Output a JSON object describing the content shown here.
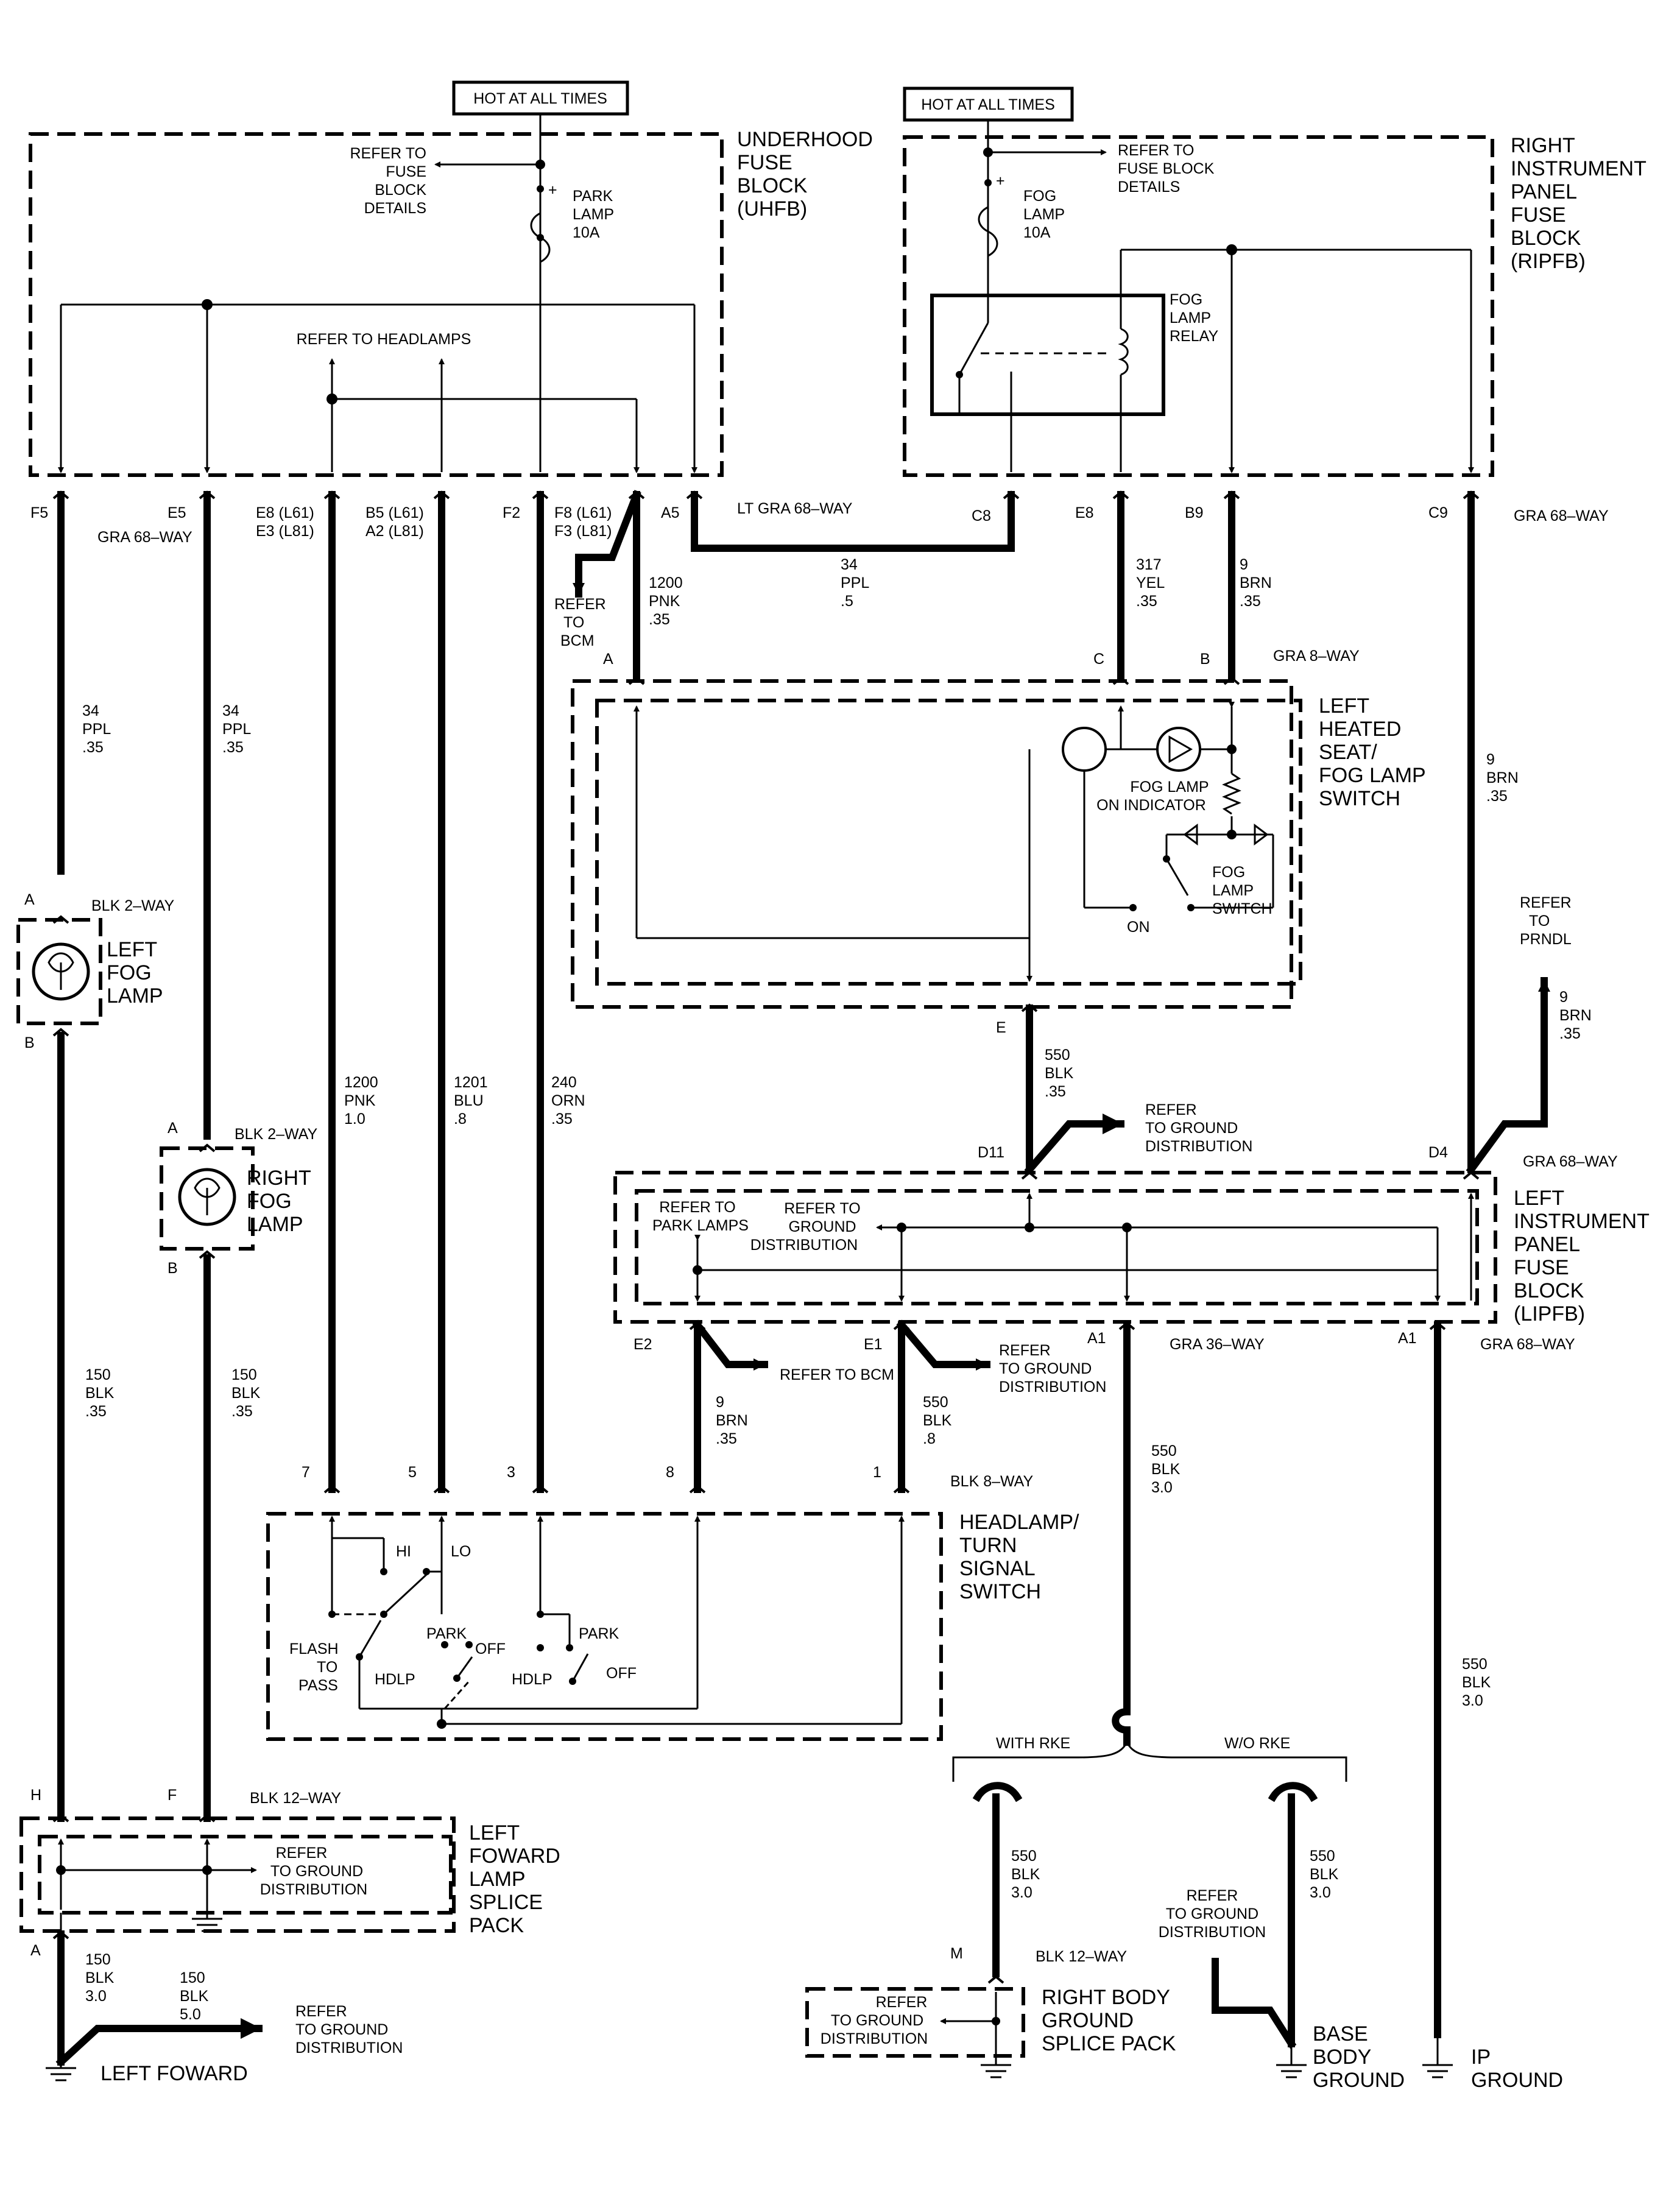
{
  "hot_labels": [
    "HOT AT ALL TIMES",
    "HOT AT ALL TIMES"
  ],
  "blocks": {
    "uhfb": [
      "UNDERHOOD",
      "FUSE",
      "BLOCK",
      "(UHFB)"
    ],
    "ripfb": [
      "RIGHT",
      "INSTRUMENT",
      "PANEL",
      "FUSE",
      "BLOCK",
      "(RIPFB)"
    ],
    "lipfb": [
      "LEFT",
      "INSTRUMENT",
      "PANEL",
      "FUSE",
      "BLOCK",
      "(LIPFB)"
    ],
    "heated_seat": [
      "LEFT",
      "HEATED",
      "SEAT/",
      "FOG LAMP",
      "SWITCH"
    ],
    "headlamp_switch": [
      "HEADLAMP/",
      "TURN",
      "SIGNAL",
      "SWITCH"
    ],
    "splice_pack": [
      "LEFT",
      "FOWARD",
      "LAMP",
      "SPLICE",
      "PACK"
    ],
    "left_fog": [
      "LEFT",
      "FOG",
      "LAMP"
    ],
    "right_fog": [
      "RIGHT",
      "FOG",
      "LAMP"
    ],
    "right_body_splice": [
      "RIGHT BODY",
      "GROUND",
      "SPLICE PACK"
    ],
    "base_body_ground": [
      "BASE",
      "BODY",
      "GROUND"
    ],
    "ip_ground": [
      "IP",
      "GROUND"
    ],
    "left_foward": "LEFT FOWARD"
  },
  "uhfb_inner": {
    "refer_fuse": [
      "REFER TO",
      "FUSE",
      "BLOCK",
      "DETAILS"
    ],
    "fuse": [
      "PARK",
      "LAMP",
      "10A"
    ],
    "refer_headlamps": "REFER TO HEADLAMPS"
  },
  "ripfb_inner": {
    "refer_fuse": [
      "REFER TO",
      "FUSE BLOCK",
      "DETAILS"
    ],
    "fuse": [
      "FOG",
      "LAMP",
      "10A"
    ],
    "relay": [
      "FOG",
      "LAMP",
      "RELAY"
    ]
  },
  "switch_inner": {
    "indicator": [
      "FOG LAMP",
      "ON INDICATOR"
    ],
    "switch": [
      "FOG",
      "LAMP",
      "SWITCH"
    ],
    "on": "ON"
  },
  "lipfb_inner": {
    "park_lamps": [
      "REFER TO",
      "PARK LAMPS"
    ],
    "ground": [
      "REFER TO",
      "GROUND",
      "DISTRIBUTION"
    ]
  },
  "headlamp_inner": {
    "hi": "HI",
    "lo": "LO",
    "flash": [
      "FLASH",
      "TO",
      "PASS"
    ],
    "park1": "PARK",
    "off1": "OFF",
    "hdlp1": "HDLP",
    "park2": "PARK",
    "off2": "OFF",
    "hdlp2": "HDLP"
  },
  "splice_inner": [
    "REFER",
    "TO GROUND",
    "DISTRIBUTION"
  ],
  "rbsp_inner": [
    "REFER",
    "TO GROUND",
    "DISTRIBUTION"
  ],
  "connectors": {
    "F5": "F5",
    "E5": "E5",
    "E8": "E8 (L61)",
    "E3": "E3 (L81)",
    "B5": "B5 (L61)",
    "A2": "A2 (L81)",
    "F2": "F2",
    "F8": "F8 (L61)",
    "F3": "F3 (L81)",
    "A5": "A5",
    "C8": "C8",
    "E8r": "E8",
    "B9": "B9",
    "C9": "C9",
    "gra68_left": "GRA 68–WAY",
    "lt_gra68": "LT GRA 68–WAY",
    "gra68_right": "GRA 68–WAY",
    "sw_A": "A",
    "sw_C": "C",
    "sw_B": "B",
    "gra8": "GRA 8–WAY",
    "sw_E": "E",
    "fogL_A": "A",
    "fogL_B": "B",
    "blk2_left": "BLK 2–WAY",
    "fogR_A": "A",
    "fogR_B": "B",
    "blk2_right": "BLK 2–WAY",
    "D11": "D11",
    "D4": "D4",
    "gra68_d4": "GRA 68–WAY",
    "E2": "E2",
    "E1": "E1",
    "A1a": "A1",
    "gra36": "GRA 36–WAY",
    "A1b": "A1",
    "gra68_a1": "GRA 68–WAY",
    "hs7": "7",
    "hs5": "5",
    "hs3": "3",
    "hs8": "8",
    "hs1": "1",
    "blk8": "BLK 8–WAY",
    "H": "H",
    "F": "F",
    "blk12": "BLK 12–WAY",
    "sp_A": "A",
    "M": "M",
    "blk12m": "BLK 12–WAY",
    "with_rke": "WITH RKE",
    "wo_rke": "W/O RKE"
  },
  "wire_labels": {
    "w_ppl_left": [
      "34",
      "PPL",
      ".35"
    ],
    "w_ppl_e5": [
      "34",
      "PPL",
      ".35"
    ],
    "w_1200_top": [
      "1200",
      "PNK",
      ".35"
    ],
    "w_34_5": [
      "34",
      "PPL",
      ".5"
    ],
    "w_317": [
      "317",
      "YEL",
      ".35"
    ],
    "w_9_b9": [
      "9",
      "BRN",
      ".35"
    ],
    "w_9_c9": [
      "9",
      "BRN",
      ".35"
    ],
    "w_9_prndl": [
      "9",
      "BRN",
      ".35"
    ],
    "w_550_e": [
      "550",
      "BLK",
      ".35"
    ],
    "w_1200_long": [
      "1200",
      "PNK",
      "1.0"
    ],
    "w_1201": [
      "1201",
      "BLU",
      ".8"
    ],
    "w_240": [
      "240",
      "ORN",
      ".35"
    ],
    "w_150_left": [
      "150",
      "BLK",
      ".35"
    ],
    "w_150_right": [
      "150",
      "BLK",
      ".35"
    ],
    "w_9_e2": [
      "9",
      "BRN",
      ".35"
    ],
    "w_550_e1": [
      "550",
      "BLK",
      ".8"
    ],
    "w_550_a1": [
      "550",
      "BLK",
      "3.0"
    ],
    "w_550_ip": [
      "550",
      "BLK",
      "3.0"
    ],
    "w_550_rke": [
      "550",
      "BLK",
      "3.0"
    ],
    "w_550_worke": [
      "550",
      "BLK",
      "3.0"
    ],
    "w_150_bottom1": [
      "150",
      "BLK",
      "3.0"
    ],
    "w_150_bottom2": [
      "150",
      "BLK",
      "5.0"
    ]
  },
  "refers": {
    "bcm_top": [
      "REFER",
      "TO",
      "BCM"
    ],
    "ground_d11": [
      "REFER",
      "TO GROUND",
      "DISTRIBUTION"
    ],
    "prndl": [
      "REFER",
      "TO",
      "PRNDL"
    ],
    "bcm_e2": "REFER TO BCM",
    "ground_e1": [
      "REFER",
      "TO GROUND",
      "DISTRIBUTION"
    ],
    "ground_bottom": [
      "REFER",
      "TO GROUND",
      "DISTRIBUTION"
    ],
    "ground_base": [
      "REFER",
      "TO GROUND",
      "DISTRIBUTION"
    ]
  }
}
